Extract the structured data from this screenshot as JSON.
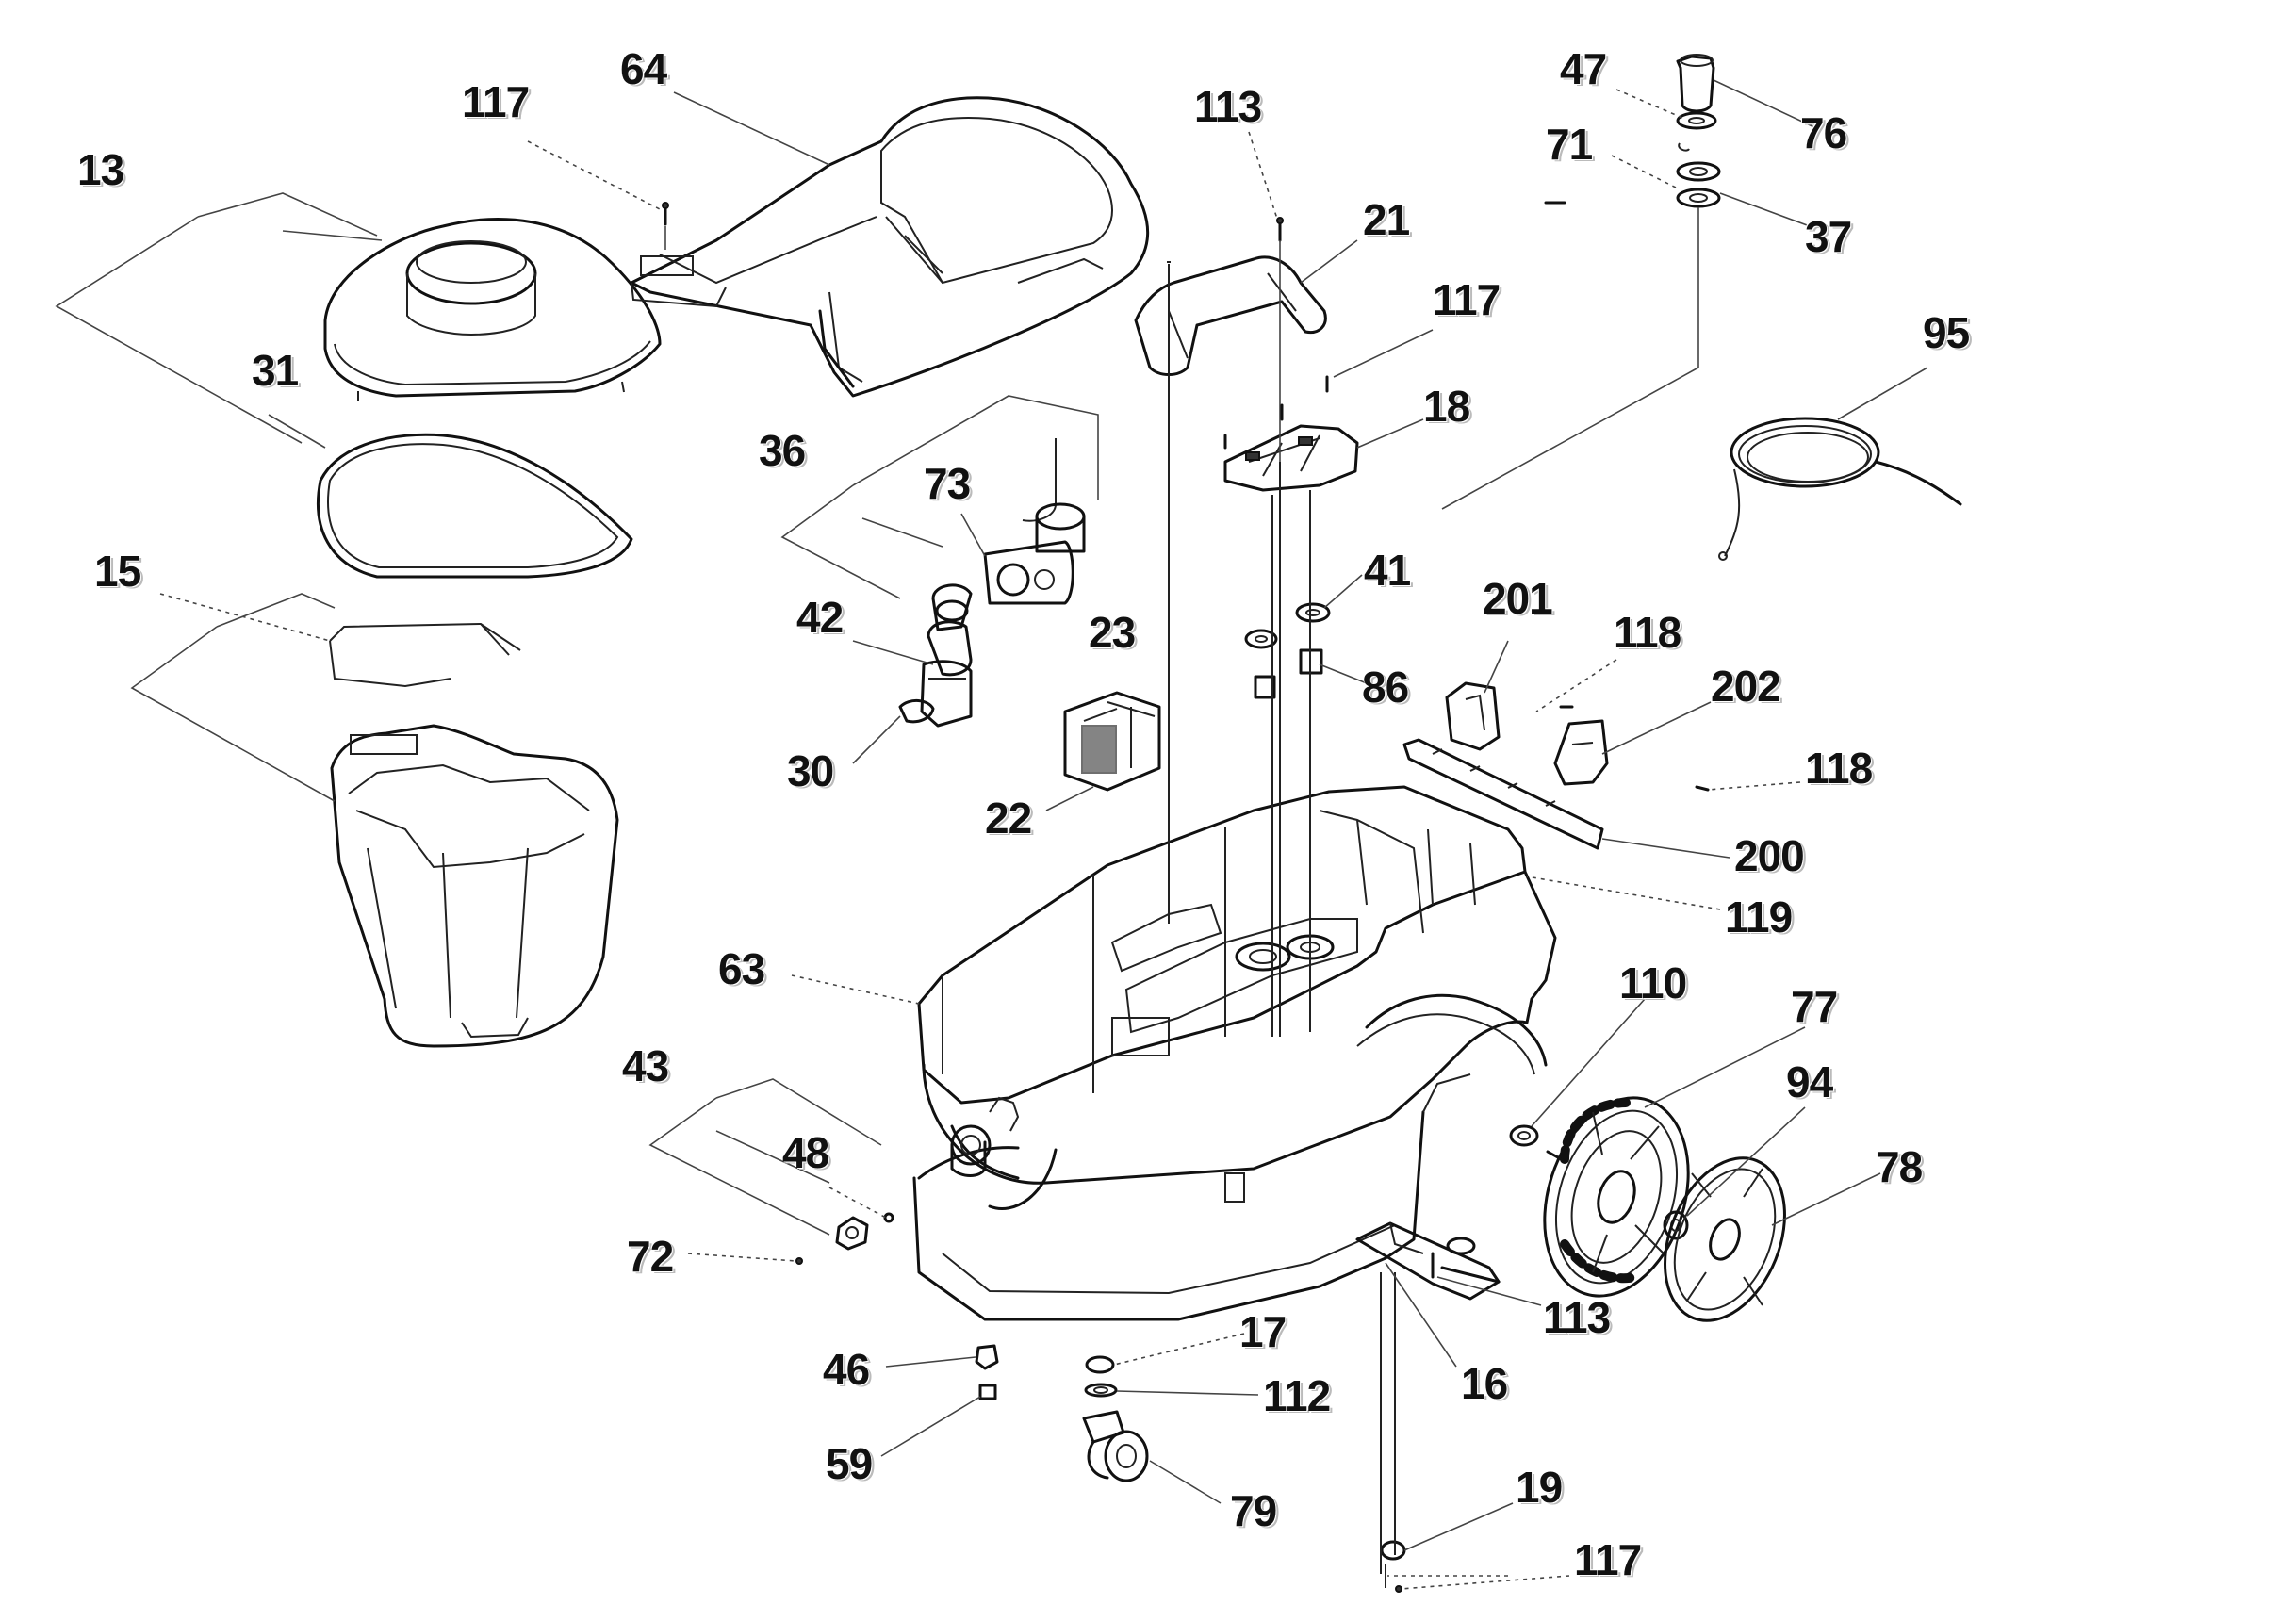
{
  "labels": {
    "p117a": "117",
    "p64": "64",
    "p113a": "113",
    "p47": "47",
    "p76": "76",
    "p71": "71",
    "p37": "37",
    "p13": "13",
    "p21": "21",
    "p117b": "117",
    "p95": "95",
    "p31": "31",
    "p18": "18",
    "p36": "36",
    "p73": "73",
    "p15": "15",
    "p41": "41",
    "p201": "201",
    "p118a": "118",
    "p42": "42",
    "p23": "23",
    "p86": "86",
    "p202": "202",
    "p30": "30",
    "p118b": "118",
    "p22": "22",
    "p200": "200",
    "p119": "119",
    "p63": "63",
    "p110": "110",
    "p77": "77",
    "p43": "43",
    "p94": "94",
    "p48": "48",
    "p78": "78",
    "p72": "72",
    "p113b": "113",
    "p17": "17",
    "p46": "46",
    "p16": "16",
    "p112": "112",
    "p59": "59",
    "p79": "79",
    "p19": "19",
    "p117c": "117"
  }
}
